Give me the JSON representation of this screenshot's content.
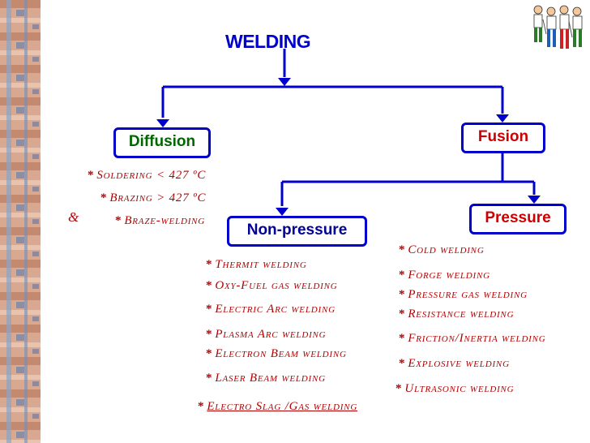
{
  "title": "WELDING",
  "nodes": {
    "diffusion": "Diffusion",
    "fusion": "Fusion",
    "non_pressure": "Non-pressure",
    "pressure": "Pressure"
  },
  "diffusion_items": [
    "Soldering < 427 ºC",
    "Brazing > 427 ºC",
    "Braze-welding"
  ],
  "diffusion_connector": "&",
  "non_pressure_items": [
    "Thermit welding",
    "Oxy-Fuel gas welding",
    "Electric Arc welding",
    "Plasma Arc welding",
    "Electron Beam welding",
    "Laser Beam welding"
  ],
  "non_pressure_link": "Electro Slag /Gas welding",
  "pressure_items": [
    "Cold welding",
    "Forge welding",
    "Pressure gas welding",
    "Resistance welding",
    "Friction/Inertia welding",
    "Explosive welding",
    "Ultrasonic welding"
  ],
  "bullet": "*",
  "colors": {
    "connector": "#0000cc",
    "item_text": "#b30000",
    "diffusion": "#006600",
    "fusion": "#cc0000",
    "pressure": "#cc0000",
    "non_pressure": "#000099"
  }
}
